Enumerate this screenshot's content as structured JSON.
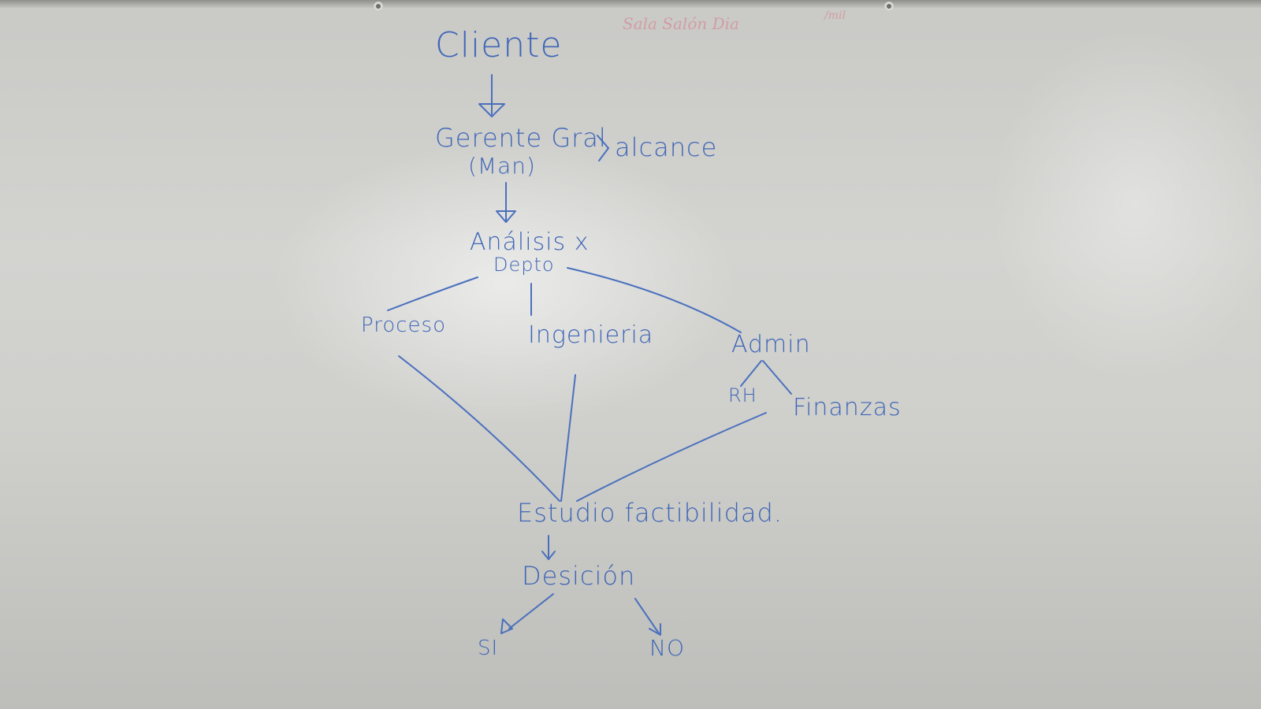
{
  "nodes": {
    "cliente": "Cliente",
    "gerente": "Gerente Gral",
    "gerente_sub": "(Man)",
    "alcance": "alcance",
    "analisis": "Análisis x",
    "depto": "Depto",
    "proceso": "Proceso",
    "ingenieria": "Ingenieria",
    "admin": "Admin",
    "rh": "RH",
    "finanzas": "Finanzas",
    "estudio": "Estudio factibilidad.",
    "decision": "Desición",
    "si": "SI",
    "no": "NO"
  },
  "faint_marks": [
    "Sala Salón Dia",
    "/mil"
  ],
  "colors": {
    "ink": "#3f66b7",
    "board": "#d0d0cd",
    "faint_red": "#d77a86"
  }
}
